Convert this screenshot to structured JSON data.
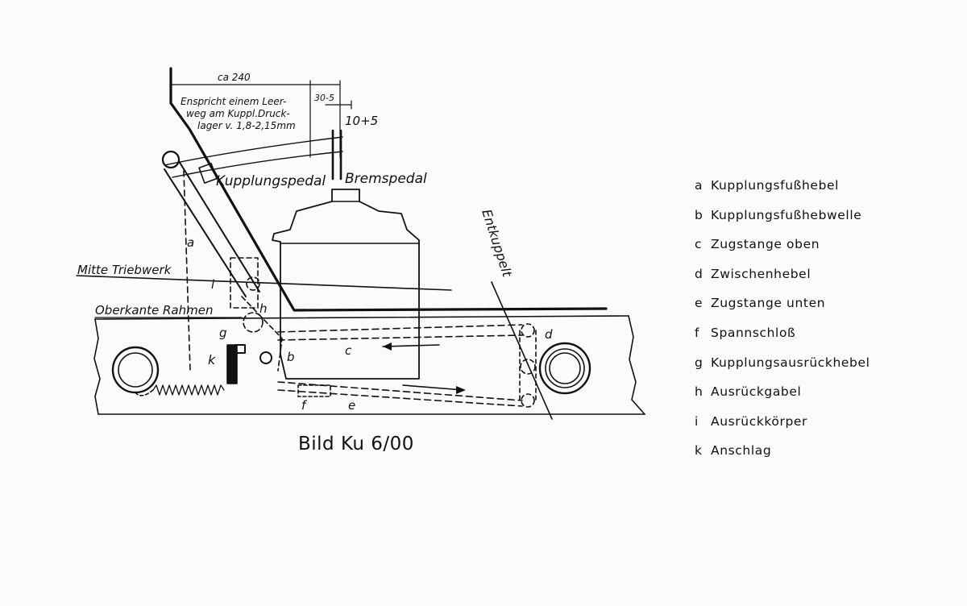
{
  "drawing": {
    "dim_ca": "ca 240",
    "dim_30": "30-5",
    "dim_10": "10+5",
    "note_lines": [
      "Enspricht einem Leer-",
      "weg am Kuppl.Druck-",
      "lager v. 1,8-2,15mm"
    ],
    "kupplungspedal": "Kupplungspedal",
    "bremspedal": "Bremspedal",
    "entkuppelt": "Entkuppelt",
    "mitte_triebwerk": "Mitte Triebwerk",
    "oberkante_rahmen": "Oberkante Rahmen",
    "letters": {
      "a": "a",
      "b": "b",
      "c": "c",
      "d": "d",
      "e": "e",
      "f": "f",
      "g": "g",
      "h": "h",
      "i": "i",
      "k": "k"
    }
  },
  "caption": "Bild Ku 6/00",
  "legend": [
    {
      "key": "a",
      "text": "Kupplungsfußhebel"
    },
    {
      "key": "b",
      "text": "Kupplungsfußhebwelle"
    },
    {
      "key": "c",
      "text": "Zugstange oben"
    },
    {
      "key": "d",
      "text": "Zwischenhebel"
    },
    {
      "key": "e",
      "text": "Zugstange unten"
    },
    {
      "key": "f",
      "text": "Spannschloß"
    },
    {
      "key": "g",
      "text": "Kupplungsausrückhebel"
    },
    {
      "key": "h",
      "text": "Ausrückgabel"
    },
    {
      "key": "i",
      "text": "Ausrückkörper"
    },
    {
      "key": "k",
      "text": "Anschlag"
    }
  ]
}
